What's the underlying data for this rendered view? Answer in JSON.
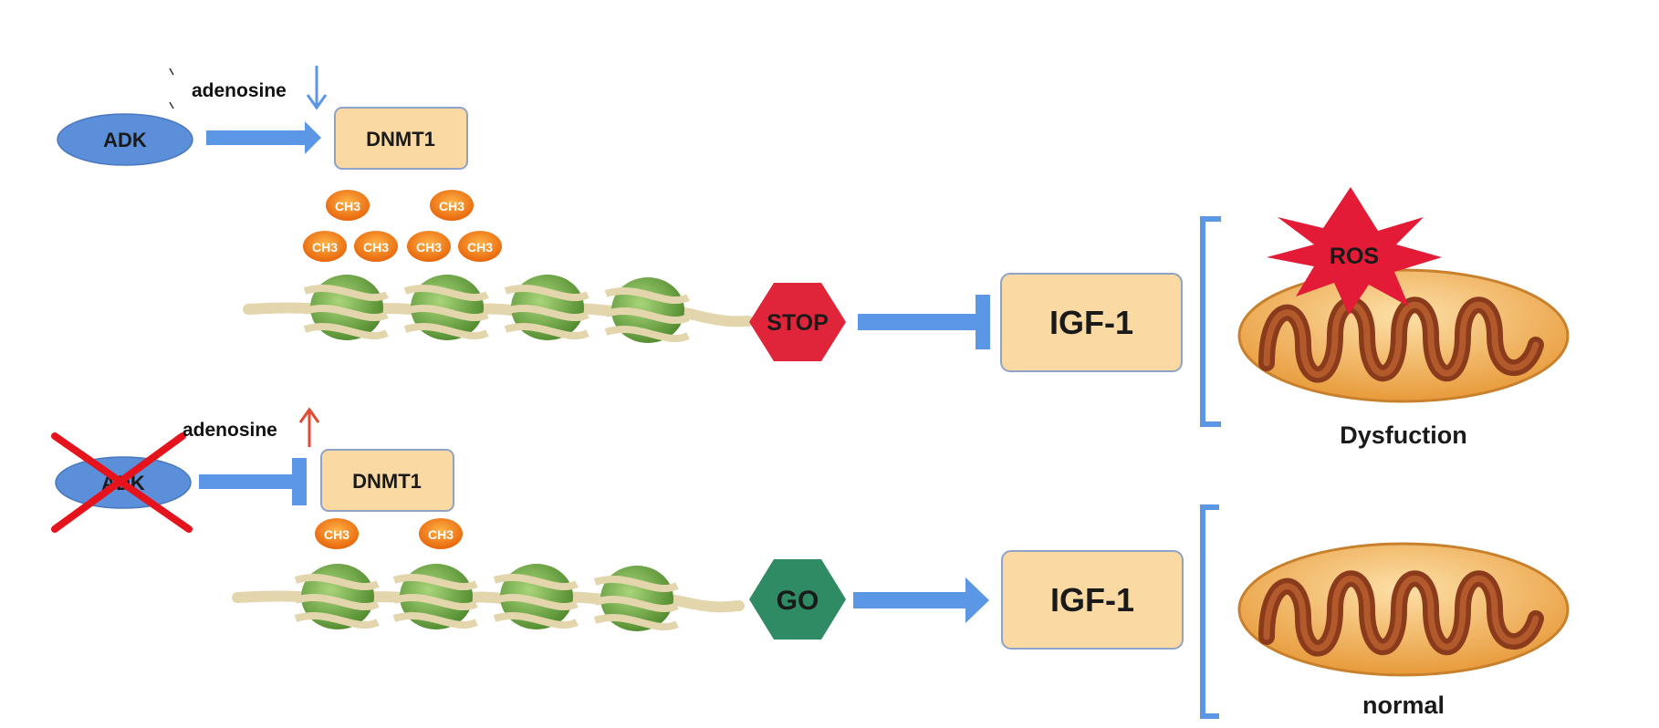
{
  "colors": {
    "arrow_blue": "#5b97e4",
    "oval_blue": "#5b8fd9",
    "box_fill": "#fbd9a2",
    "box_stroke": "#8ea3c7",
    "stop_red": "#e0243a",
    "go_green": "#2e8b63",
    "methyl_orange": "#f07d14",
    "up_red": "#e24a33",
    "cross_red": "#e5131c",
    "nucleosome_green": "#7ab04c",
    "dna_beige": "#e3d6ad",
    "mito_outer": "#f2b25e",
    "mito_crista": "#8a3b1c",
    "ros_red": "#e31b37"
  },
  "top_pathway": {
    "enzyme_label": "ADK",
    "metabolite_label": "adenosine",
    "metabolite_arrow": "down",
    "dnmt_label": "DNMT1",
    "methyl_label": "CH3",
    "signal_label": "STOP",
    "gene_label": "IGF-1",
    "stress_label": "ROS",
    "outcome_label": "Dysfuction"
  },
  "bottom_pathway": {
    "enzyme_label": "ADK",
    "enzyme_knocked_out": true,
    "metabolite_label": "adenosine",
    "metabolite_arrow": "up",
    "dnmt_label": "DNMT1",
    "methyl_label": "CH3",
    "signal_label": "GO",
    "gene_label": "IGF-1",
    "outcome_label": "normal"
  }
}
